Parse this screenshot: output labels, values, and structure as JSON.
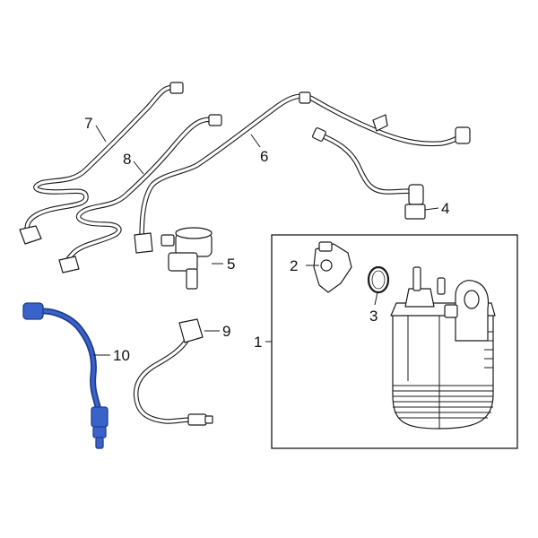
{
  "callouts": {
    "c1": "1",
    "c2": "2",
    "c3": "3",
    "c4": "4",
    "c5": "5",
    "c6": "6",
    "c7": "7",
    "c8": "8",
    "c9": "9",
    "c10": "10"
  },
  "colors": {
    "line": "#1a1a1a",
    "highlight": "#3a63c9",
    "highlight_dark": "#1f3d8f",
    "background": "#ffffff"
  }
}
